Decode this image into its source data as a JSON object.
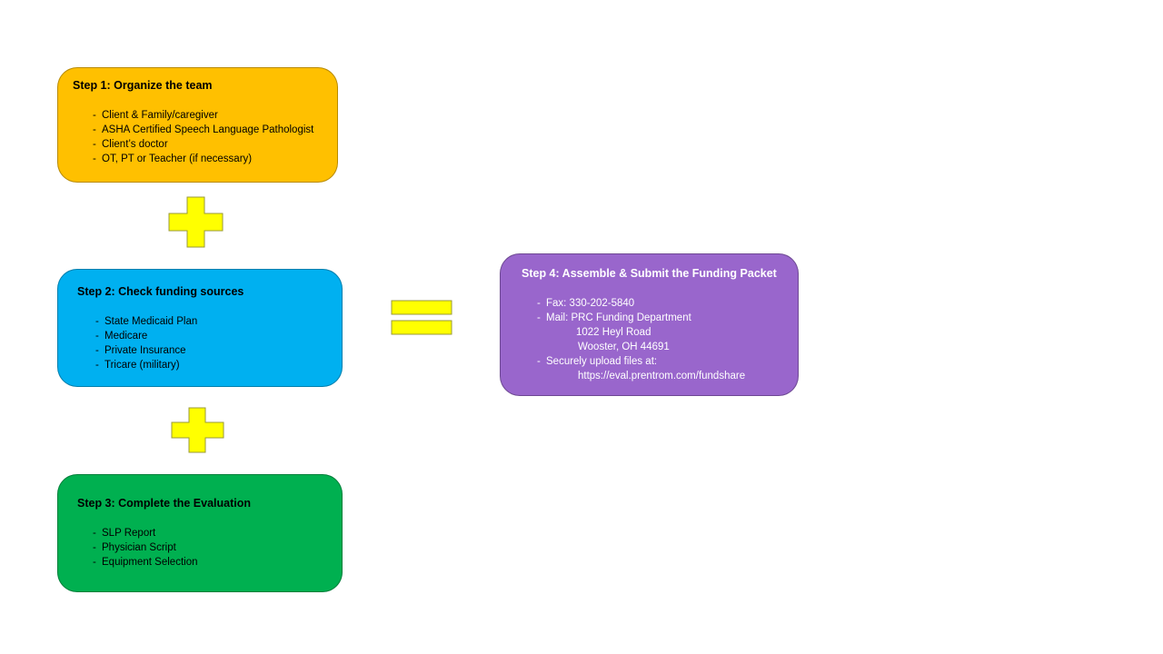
{
  "colors": {
    "step1": "#FFC000",
    "step2": "#00B0F0",
    "step3": "#00B050",
    "step4": "#9966CC",
    "operator": "#FFFF00"
  },
  "step1": {
    "title": "Step 1: Organize the team",
    "items": [
      "Client & Family/caregiver",
      "ASHA Certified Speech  Language Pathologist",
      "Client’s doctor",
      "OT, PT or Teacher (if necessary)"
    ]
  },
  "step2": {
    "title": "Step 2:  Check funding sources",
    "items": [
      "State Medicaid Plan",
      "Medicare",
      "Private Insurance",
      "Tricare (military)"
    ]
  },
  "step3": {
    "title": "Step 3: Complete the Evaluation",
    "items": [
      "SLP Report",
      "Physician Script",
      "Equipment Selection"
    ]
  },
  "step4": {
    "title": "Step 4:  Assemble & Submit the Funding Packet",
    "fax": "Fax:  330-202-5840",
    "mail": "Mail: PRC Funding Department",
    "address1": "1022 Heyl Road",
    "address2": "Wooster, OH  44691",
    "upload": "Securely upload files at:",
    "url": "https://eval.prentrom.com/fundshare"
  }
}
